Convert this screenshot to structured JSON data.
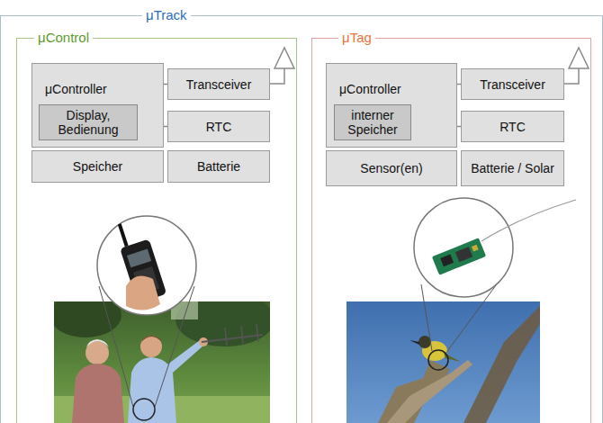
{
  "diagram": {
    "nodes": [
      {
        "text": [
          "μTrack"
        ]
      },
      {
        "text": [
          "μControl"
        ],
        "in": 0
      },
      {
        "text": [
          "μController"
        ],
        "in": 1
      },
      {
        "text": [
          "Display, Bedienung"
        ],
        "in": 2
      },
      {
        "text": [
          "Transceiver"
        ],
        "in": 1
      },
      {
        "text": [
          "RTC"
        ],
        "in": 1
      },
      {
        "text": [
          "Speicher"
        ],
        "in": 1
      },
      {
        "text": [
          "Batterie"
        ],
        "in": 1
      },
      {
        "text": [
          "μTag"
        ],
        "in": 0
      },
      {
        "text": [
          "μController"
        ],
        "in": 8
      },
      {
        "text": [
          "interner Speicher"
        ],
        "in": 9
      },
      {
        "text": [
          "Transceiver"
        ],
        "in": 8
      },
      {
        "text": [
          "RTC"
        ],
        "in": 8
      },
      {
        "text": [
          "Sensor(en)"
        ],
        "in": 8
      },
      {
        "text": [
          "Batterie / Solar"
        ],
        "in": 8
      }
    ],
    "edges": [
      {
        "from": 2,
        "to": 4,
        "arrow": "none"
      },
      {
        "from": 2,
        "to": 5,
        "arrow": "none"
      },
      {
        "from": 9,
        "to": 11,
        "arrow": "none"
      },
      {
        "from": 9,
        "to": 12,
        "arrow": "none"
      }
    ]
  }
}
